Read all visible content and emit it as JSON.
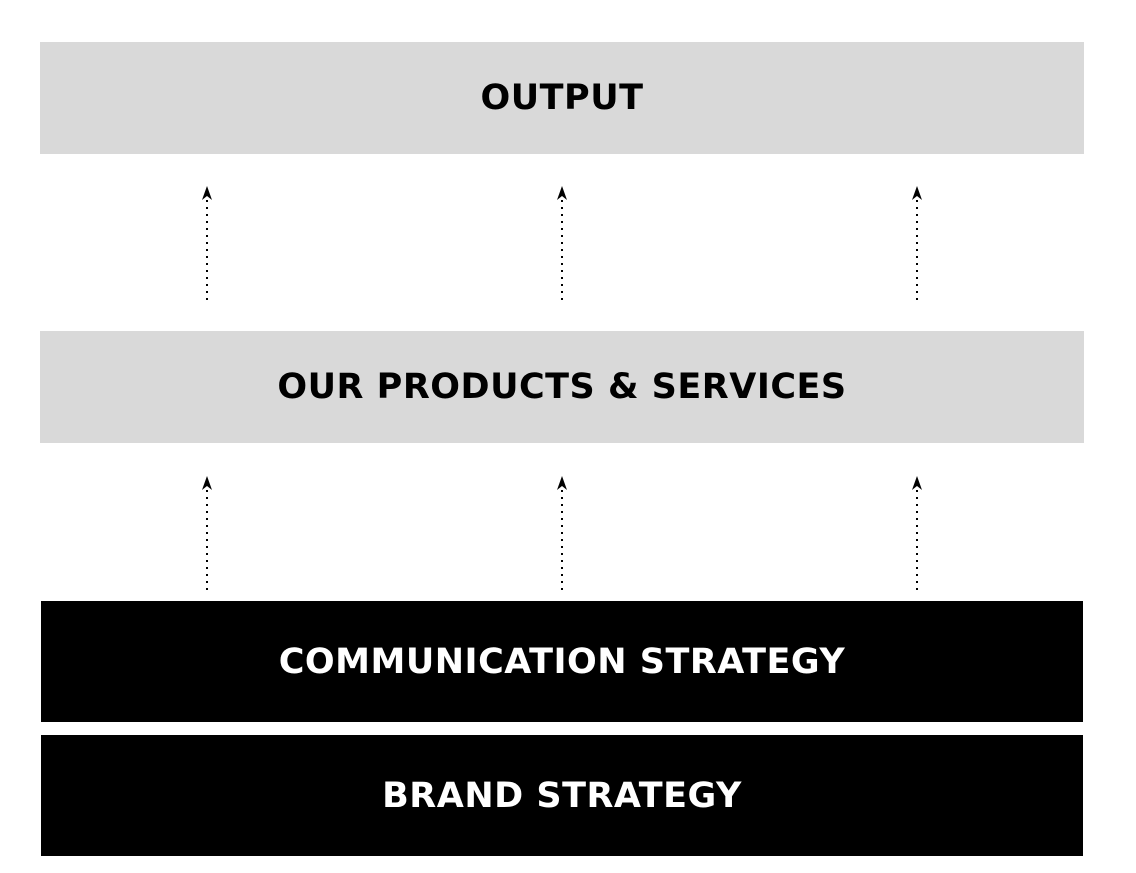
{
  "diagram": {
    "layers": [
      {
        "id": "output",
        "label": "OUTPUT",
        "style": "light"
      },
      {
        "id": "products",
        "label": "OUR PRODUCTS & SERVICES",
        "style": "light"
      },
      {
        "id": "communication",
        "label": "COMMUNICATION STRATEGY",
        "style": "dark"
      },
      {
        "id": "brand",
        "label": "BRAND STRATEGY",
        "style": "dark"
      }
    ],
    "connections": [
      {
        "from": "products",
        "to": "output",
        "count": 3,
        "style": "dotted-arrow"
      },
      {
        "from": "communication",
        "to": "products",
        "count": 3,
        "style": "dotted-arrow"
      }
    ],
    "colors": {
      "light_block": "#d9d9d9",
      "dark_block": "#000000",
      "light_text": "#000000",
      "dark_text": "#ffffff",
      "arrow": "#000000"
    }
  }
}
